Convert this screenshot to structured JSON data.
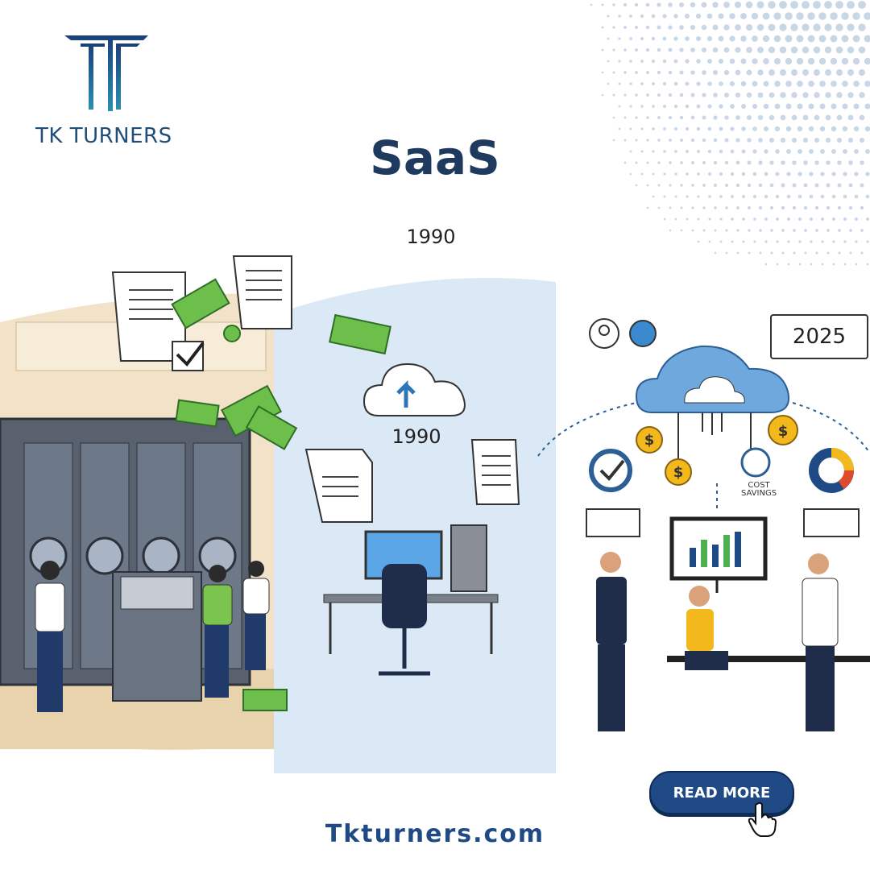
{
  "brand": {
    "name": "TK TURNERS",
    "color": "#1f4f78"
  },
  "title": "SaaS",
  "timeline": {
    "year_top": "1990",
    "year_mid": "1990",
    "year_right": "2025"
  },
  "labels": {
    "cost_savings": "COST\nSAVINGS"
  },
  "cta": {
    "read_more": "READ MORE"
  },
  "website": "Tkturners.com",
  "colors": {
    "accent": "#1f4a86",
    "money": "#6cbf4a",
    "coin": "#f2b81c",
    "cloud": "#6ea8dc",
    "panel": "#dbe9f7"
  }
}
